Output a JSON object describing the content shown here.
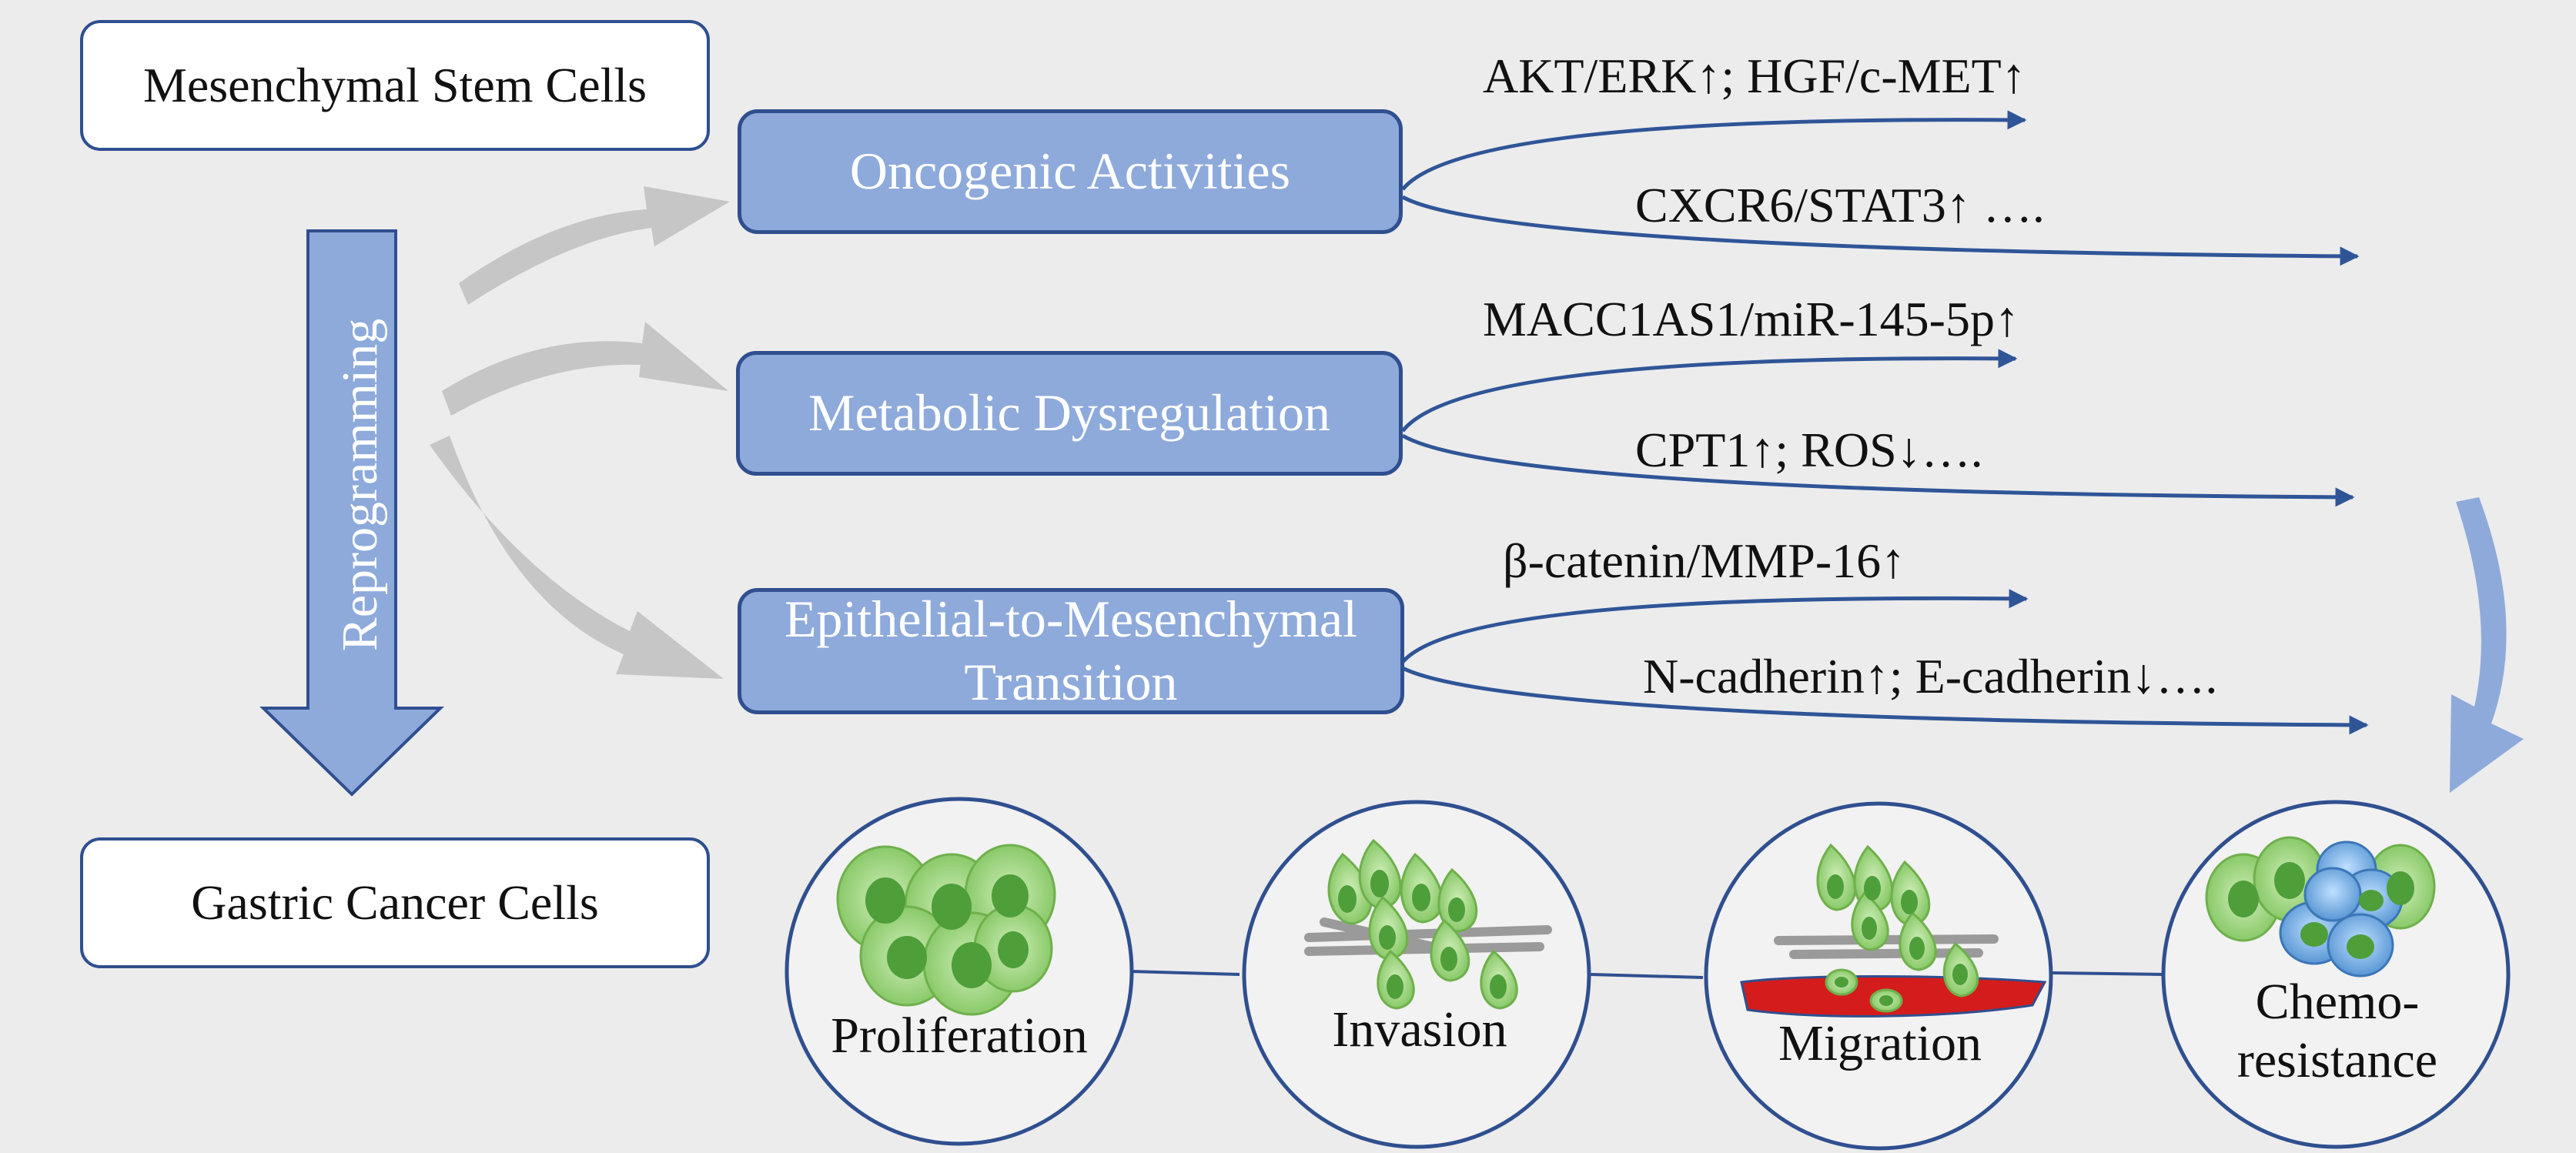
{
  "left": {
    "top_box": "Mesenchymal Stem Cells",
    "bottom_box": "Gastric Cancer Cells",
    "arrow_label": "Reprogramming"
  },
  "processes": [
    {
      "line1": "Oncogenic Activities",
      "line2": "",
      "signal_upper": "AKT/ERK↑; HGF/c-MET↑",
      "signal_lower": "CXCR6/STAT3↑ …."
    },
    {
      "line1": "Metabolic Dysregulation",
      "line2": "",
      "signal_upper": "MACC1AS1/miR-145-5p↑",
      "signal_lower": "CPT1↑; ROS↓…."
    },
    {
      "line1": "Epithelial-to-Mesenchymal",
      "line2": "Transition",
      "signal_upper": "β-catenin/MMP-16↑",
      "signal_lower": "N-cadherin↑; E-cadherin↓…."
    }
  ],
  "outcomes": [
    {
      "line1": "Proliferation",
      "line2": ""
    },
    {
      "line1": "Invasion",
      "line2": ""
    },
    {
      "line1": "Migration",
      "line2": ""
    },
    {
      "line1": "Chemo-",
      "line2": "resistance"
    }
  ],
  "colors": {
    "box_fill": "#8eaadb",
    "border": "#2f4f8f",
    "line": "#2f5597",
    "gray_arrow": "#c8c8c8",
    "cell_green": "#8fcf6a",
    "cell_blue": "#5b9bd5",
    "blood_red": "#d41c1c"
  }
}
